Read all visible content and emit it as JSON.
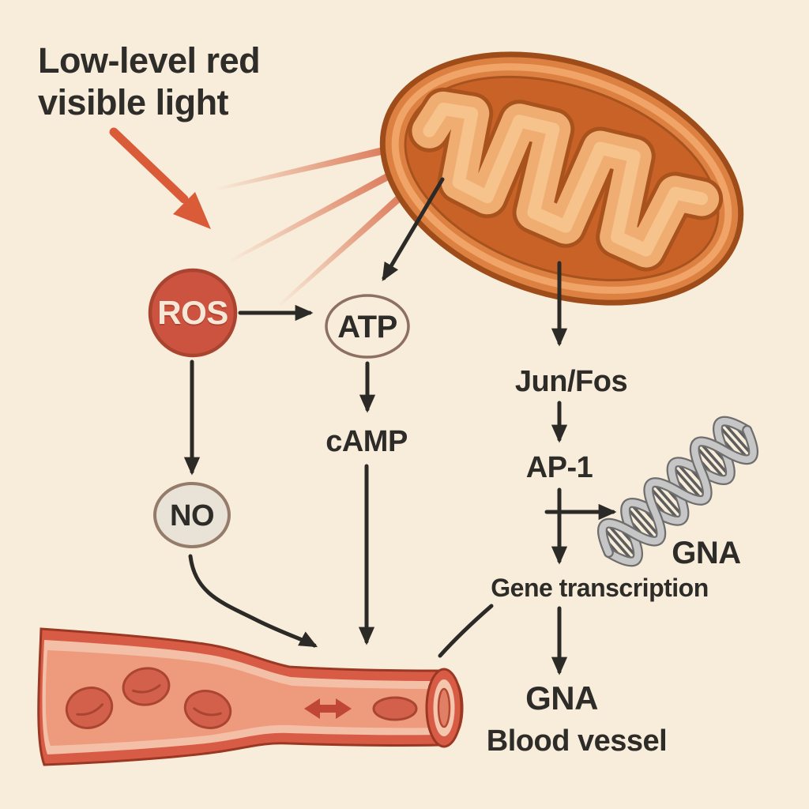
{
  "background": "#f8ecda",
  "title": {
    "line1": "Low-level red",
    "line2": "visible light"
  },
  "nodes": {
    "ros": "ROS",
    "atp": "ATP",
    "no": "NO"
  },
  "labels": {
    "camp": "cAMP",
    "jun_fos": "Jun/Fos",
    "ap1": "AP-1",
    "gene_transcription": "Gene transcription",
    "dna": "GNA",
    "rna_outcome": "GNA",
    "blood_vessel": "Blood vessel"
  },
  "figures": [
    "mitochondrion-illustration",
    "light-rays",
    "red-light-arrow",
    "dna-helix-illustration",
    "blood-vessel-illustration",
    "vasodilation-double-arrow"
  ],
  "colors": {
    "accent_orange": "#d4603c",
    "ros_fill": "#cb5340",
    "mito_body": "#c96226",
    "mito_outline": "#9e4c1a",
    "cristae": "#f0ad72",
    "vessel_wall": "#d85c45",
    "vessel_lining": "#f3bfa6",
    "vessel_lumen": "#ee9a7d",
    "blood_cell": "#d2604a",
    "dna_gray": "#c6c6c6",
    "arrow_black": "#2b2a27",
    "text_dark": "#2e2c29"
  }
}
